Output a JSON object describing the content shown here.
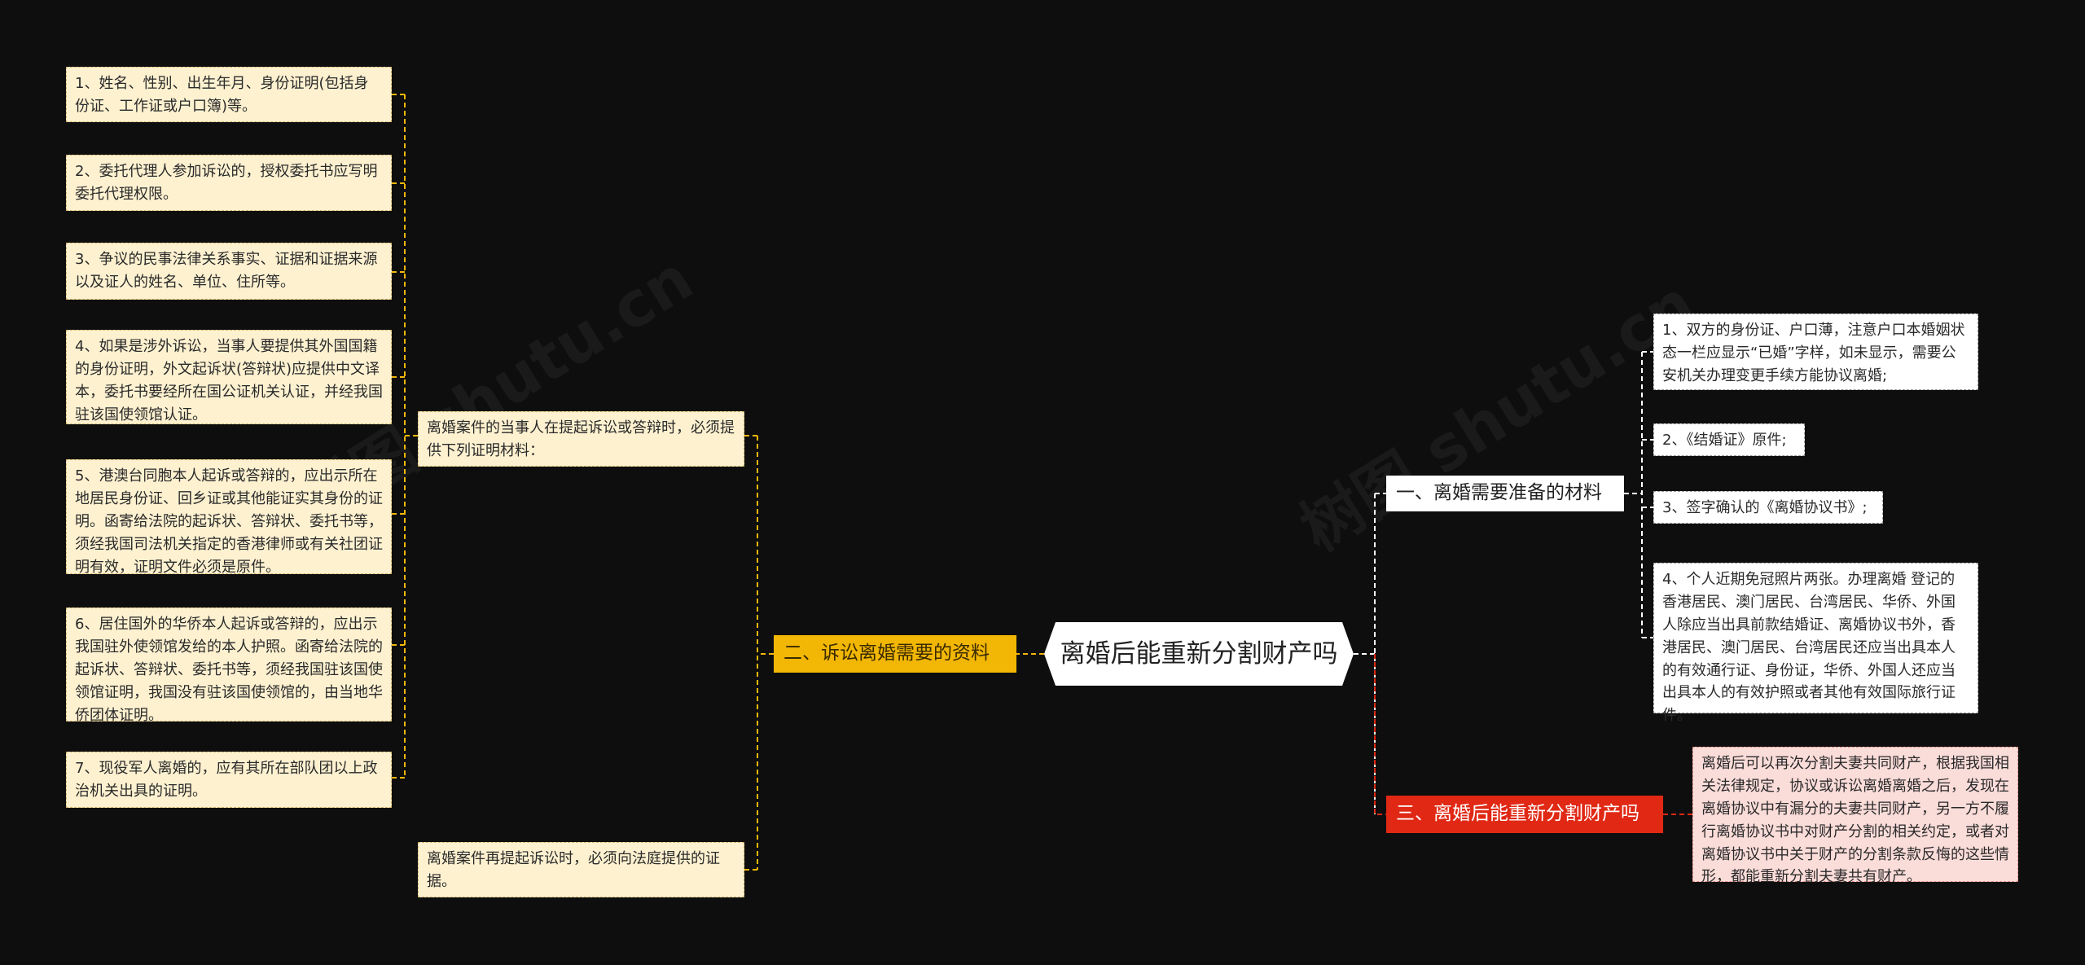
{
  "central": "离婚后能重新分割财产吗",
  "branches": {
    "b1": {
      "label": "一、离婚需要准备的材料",
      "items": [
        "1、双方的身份证、户口薄，注意户口本婚姻状态一栏应显示“已婚”字样，如未显示，需要公安机关办理变更手续方能协议离婚;",
        "2、《结婚证》原件;",
        "3、签字确认的《离婚协议书》;",
        "4、个人近期免冠照片两张。办理离婚 登记的香港居民、澳门居民、台湾居民、华侨、外国人除应当出具前款结婚证、离婚协议书外，香港居民、澳门居民、台湾居民还应当出具本人的有效通行证、身份证，华侨、外国人还应当出具本人的有效护照或者其他有效国际旅行证件。"
      ]
    },
    "b2": {
      "label": "二、诉讼离婚需要的资料",
      "sub1": {
        "label": "离婚案件的当事人在提起诉讼或答辩时，必须提供下列证明材料：",
        "items": [
          "1、姓名、性别、出生年月、身份证明(包括身份证、工作证或户口簿)等。",
          "2、委托代理人参加诉讼的，授权委托书应写明委托代理权限。",
          "3、争议的民事法律关系事实、证据和证据来源以及证人的姓名、单位、住所等。",
          "4、如果是涉外诉讼，当事人要提供其外国国籍的身份证明，外文起诉状(答辩状)应提供中文译本，委托书要经所在国公证机关认证，并经我国驻该国使领馆认证。",
          "5、港澳台同胞本人起诉或答辩的，应出示所在地居民身份证、回乡证或其他能证实其身份的证明。函寄给法院的起诉状、答辩状、委托书等，须经我国司法机关指定的香港律师或有关社团证明有效，证明文件必须是原件。",
          "6、居住国外的华侨本人起诉或答辩的，应出示我国驻外使领馆发给的本人护照。函寄给法院的起诉状、答辩状、委托书等，须经我国驻该国使领馆证明，我国没有驻该国使领馆的，由当地华侨团体证明。",
          "7、现役军人离婚的，应有其所在部队团以上政治机关出具的证明。"
        ]
      },
      "sub2": {
        "label": "离婚案件再提起诉讼时，必须向法庭提供的证据。"
      }
    },
    "b3": {
      "label": "三、离婚后能重新分割财产吗",
      "items": [
        "离婚后可以再次分割夫妻共同财产，根据我国相关法律规定，协议或诉讼离婚离婚之后，发现在离婚协议中有漏分的夫妻共同财产，另一方不履行离婚协议书中对财产分割的相关约定，或者对离婚协议书中关于财产的分割条款反悔的这些情形，都能重新分割夫妻共有财产。"
      ]
    }
  },
  "colors": {
    "background": "#0e0e0e",
    "yellow_branch": "#f2b705",
    "red_branch": "#e02814",
    "leaf_yellow": "#fdf1d0",
    "leaf_pink": "#fadcd9"
  }
}
